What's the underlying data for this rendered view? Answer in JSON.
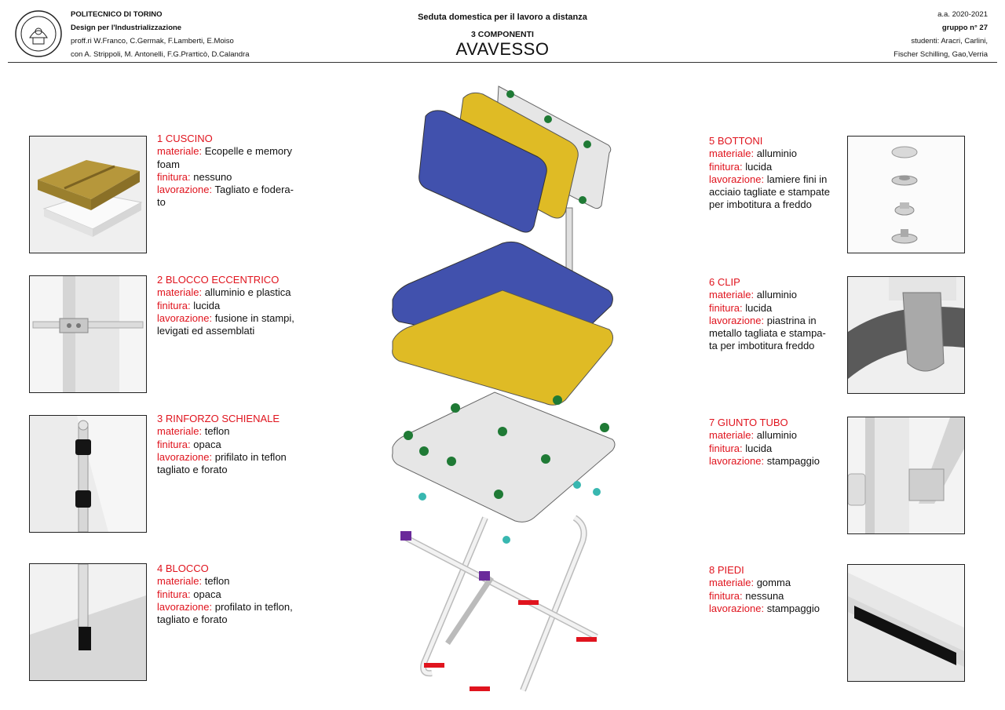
{
  "header": {
    "institution": "POLITECNICO DI TORINO",
    "course": "Design per l'Industrializzazione",
    "professors": "proff.ri W.Franco, C.Germak, F.Lamberti, E.Moiso",
    "assistants": "con A. Strippoli, M. Antonelli, F.G.Prатticò, D.Calandra",
    "title": "Seduta domestica per il lavoro a distanza",
    "section": "3 COMPONENTI",
    "brand": "AVAVESSO",
    "year": "a.a. 2020-2021",
    "group": "gruppo n° 27",
    "students_1": "studenti: Aracri, Carlini,",
    "students_2": "Fischer Schilling, Gao,Verria"
  },
  "labels": {
    "material": "materiale:",
    "finish": "finitura:",
    "process": "lavorazione:"
  },
  "components": [
    {
      "title": "1 CUSCINO",
      "material": "Ecopelle e memory",
      "material_2": "foam",
      "finish": "nessuno",
      "process": "Tagliato e fodera-",
      "process_2": "to"
    },
    {
      "title": "2 BLOCCO ECCENTRICO",
      "material": "alluminio e plastica",
      "finish": "lucida",
      "process": "fusione in stampi,",
      "process_2": "levigati ed assemblati"
    },
    {
      "title": "3 RINFORZO SCHIENALE",
      "material": "teflon",
      "finish": "opaca",
      "process": "prifilato in teflon",
      "process_2": "tagliato e forato"
    },
    {
      "title": "4 BLOCCO",
      "material": "teflon",
      "finish": "opaca",
      "process": "profilato in teflon,",
      "process_2": "tagliato e forato"
    },
    {
      "title": "5 BOTTONI",
      "material": "alluminio",
      "finish": "lucida",
      "process": "lamiere fini in",
      "process_2": "acciaio tagliate e stampate",
      "process_3": "per imbotitura a freddo"
    },
    {
      "title": "6 CLIP",
      "material": "alluminio",
      "finish": "lucida",
      "process": "piastrina in",
      "process_2": "metallo tagliata e stampa-",
      "process_3": "ta per imbotitura freddo"
    },
    {
      "title": "7 GIUNTO TUBO",
      "material": "alluminio",
      "finish": "lucida",
      "process": "stampaggio"
    },
    {
      "title": "8 PIEDI",
      "material": "gomma",
      "finish": "nessuna",
      "process": "stampaggio"
    }
  ],
  "colors": {
    "accent_red": "#e0141e",
    "cushion_blue": "#4151ad",
    "cushion_yellow": "#dfbb25",
    "frame_grey": "#e6e6e6",
    "button_green": "#1f7a35"
  }
}
